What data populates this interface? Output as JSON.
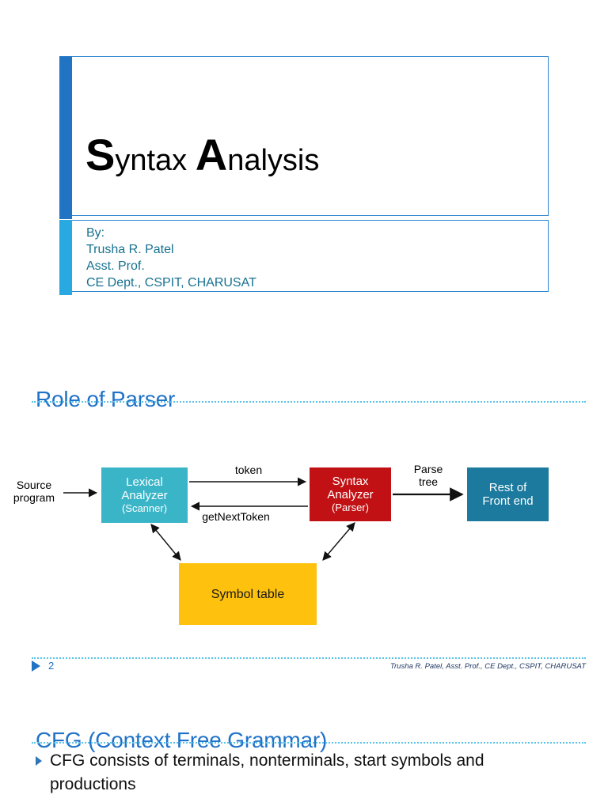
{
  "title_slide": {
    "title": {
      "initial1": "S",
      "rest1": "yntax ",
      "initial2": "A",
      "rest2": "nalysis"
    },
    "byline": {
      "line1": "By:",
      "line2": "Trusha R. Patel",
      "line3": "Asst. Prof.",
      "line4": "CE Dept., CSPIT, CHARUSAT"
    }
  },
  "parser_slide": {
    "heading": "Role of Parser",
    "diagram": {
      "source_line1": "Source",
      "source_line2": "program",
      "lexical_line1": "Lexical",
      "lexical_line2": "Analyzer",
      "lexical_line3": "(Scanner)",
      "token_label": "token",
      "getnexttoken_label": "getNextToken",
      "syntax_line1": "Syntax",
      "syntax_line2": "Analyzer",
      "syntax_line3": "(Parser)",
      "parse_line1": "Parse",
      "parse_line2": "tree",
      "rest_line1": "Rest of",
      "rest_line2": "Front end",
      "symbol_label": "Symbol table"
    },
    "footer": {
      "page_number": "2",
      "credit": "Trusha R. Patel, Asst. Prof., CE Dept., CSPIT, CHARUSAT"
    }
  },
  "cfg_slide": {
    "heading": "CFG (Context Free Grammar)",
    "bullet_text": "CFG consists of terminals, nonterminals, start symbols and productions"
  },
  "icons": {
    "footer_marker": "play-triangle-icon",
    "bullet_marker": "triangle-right-icon"
  },
  "colors": {
    "heading_blue": "#1f72c8",
    "title_accent_bar": "#2173c4",
    "byline_accent_bar": "#29a9e1",
    "byline_text": "#17718f",
    "box_border_blue": "#2e86d1",
    "dotted_line": "#58c3e9",
    "lexical_box_bg": "#3ab5c8",
    "syntax_box_bg": "#c11114",
    "rest_box_bg": "#1b7a9e",
    "symbol_box_bg": "#fdc10e",
    "footer_page_blue": "#2173c4",
    "footer_credit": "#1f3864",
    "bullet_marker_blue": "#2e75b6"
  }
}
